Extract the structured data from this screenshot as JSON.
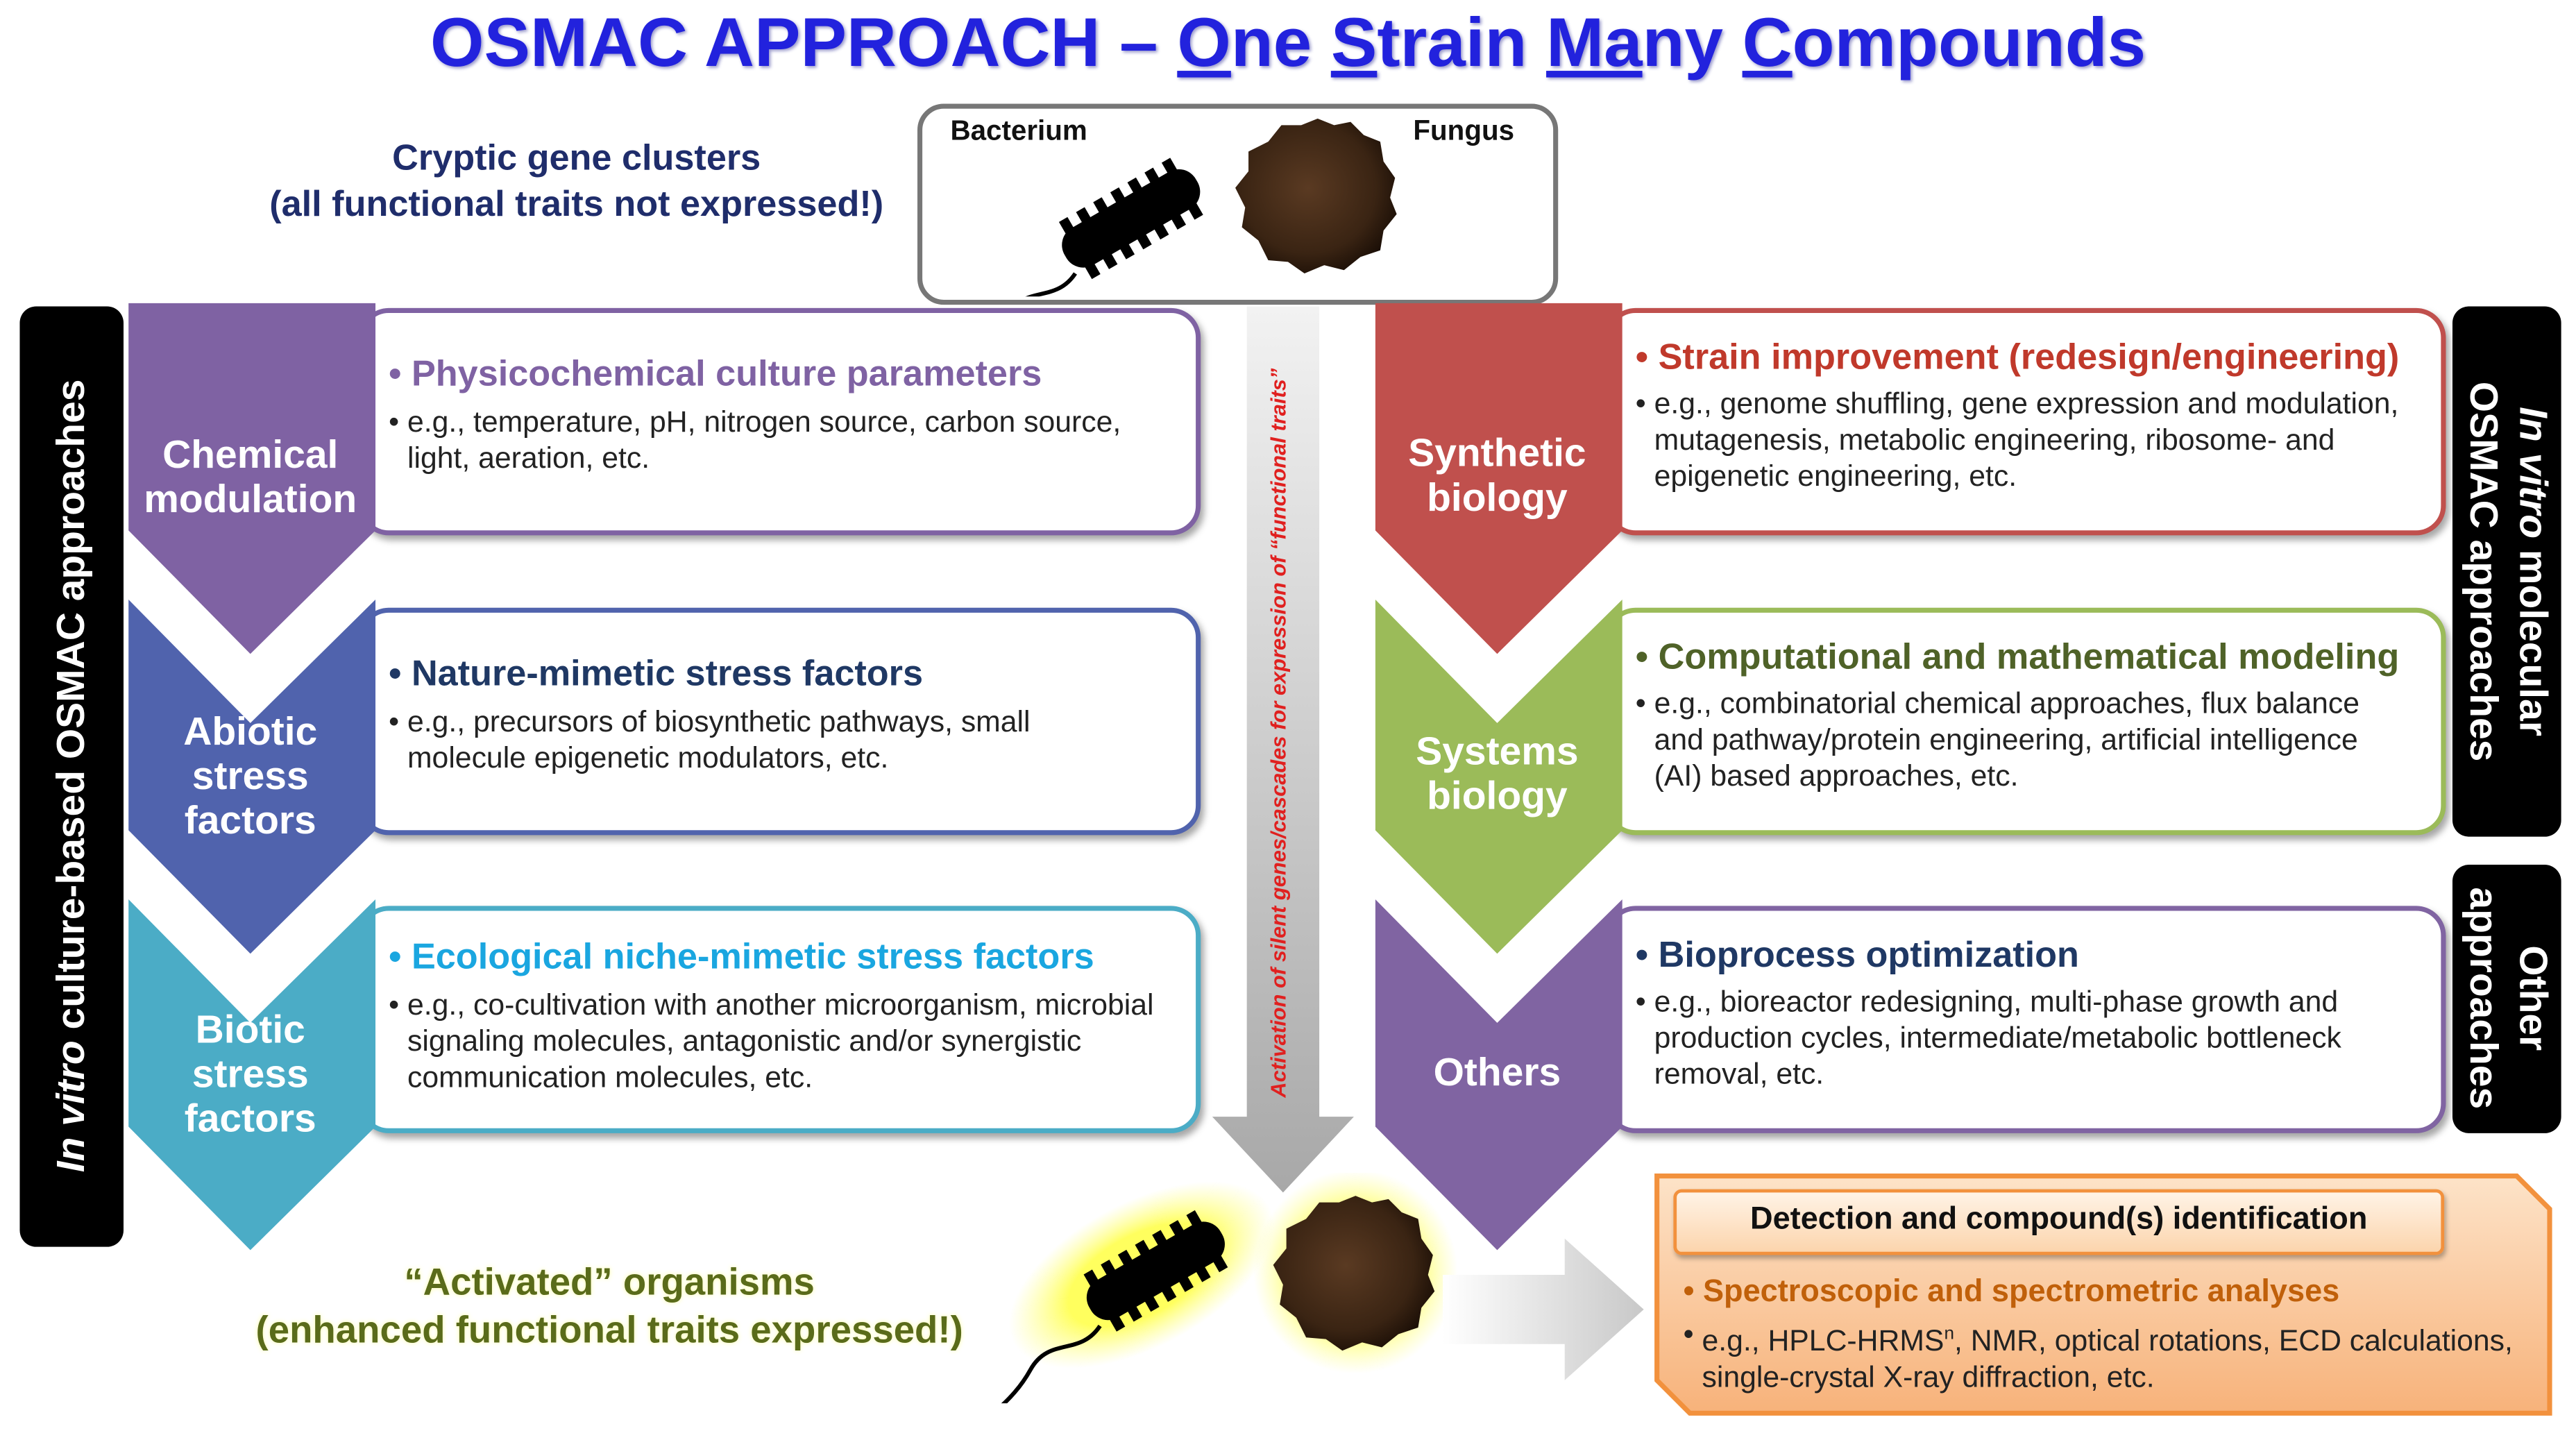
{
  "title": {
    "prefix": "OSMAC APPROACH – ",
    "w1a": "O",
    "w1b": "ne ",
    "w2a": "S",
    "w2b": "train ",
    "w3a": "Ma",
    "w3b": "ny ",
    "w4a": "C",
    "w4b": "ompounds"
  },
  "cryptic": {
    "line1": "Cryptic gene clusters",
    "line2": "(all functional traits not expressed!)"
  },
  "organisms": {
    "bacterium": "Bacterium",
    "fungus": "Fungus"
  },
  "side_left": {
    "italic": "In vitro",
    "rest": " culture-based OSMAC approaches"
  },
  "side_right_top": {
    "italic": "In vitro",
    "line1_rest": " molecular",
    "line2": "OSMAC approaches"
  },
  "side_right_bottom": {
    "line1": "Other",
    "line2": "approaches"
  },
  "arrow_text": "Activation of silent genes/cascades for expression of “functional traits”",
  "left": [
    {
      "label": "Chemical modulation",
      "heading": "Physicochemical culture parameters",
      "body": "e.g., temperature, pH, nitrogen source, carbon source, light, aeration, etc.",
      "color": "#7f62a3"
    },
    {
      "label": "Abiotic stress factors",
      "heading": "Nature-mimetic stress factors",
      "body": "e.g., precursors of biosynthetic pathways, small molecule epigenetic modulators, etc.",
      "color": "#5063ad"
    },
    {
      "label": "Biotic stress factors",
      "heading": "Ecological niche-mimetic stress factors",
      "body": "e.g., co-cultivation with another microorganism, microbial signaling molecules, antagonistic and/or synergistic communication molecules, etc.",
      "color": "#4bacc6"
    }
  ],
  "right": [
    {
      "label": "Synthetic biology",
      "heading": "Strain improvement (redesign/engineering)",
      "body": "e.g., genome shuffling, gene expression and modulation, mutagenesis, metabolic engineering, ribosome- and epigenetic engineering, etc.",
      "color": "#c0504d"
    },
    {
      "label": "Systems biology",
      "heading": "Computational and mathematical modeling",
      "body": "e.g., combinatorial chemical approaches, flux balance and pathway/protein engineering, artificial intelligence (AI) based approaches, etc.",
      "color": "#9bbb59"
    },
    {
      "label": "Others",
      "heading": "Bioprocess optimization",
      "body": "e.g., bioreactor redesigning, multi-phase growth and production cycles, intermediate/metabolic bottleneck removal, etc.",
      "color": "#8064a2"
    }
  ],
  "heading_colors": {
    "left": [
      "#7f62a3",
      "#1f3864",
      "#1aa6e0"
    ],
    "right": [
      "#c0392b",
      "#4f6228",
      "#1f3864"
    ]
  },
  "activated": {
    "line1": "“Activated” organisms",
    "line2": "(enhanced functional traits expressed!)"
  },
  "detection": {
    "title": "Detection and compound(s) identification",
    "heading": "Spectroscopic and spectrometric analyses",
    "body_pre": "e.g., HPLC-HRMS",
    "body_sup": "n",
    "body_post": ", NMR, optical rotations, ECD calculations, single-crystal X-ray diffraction, etc."
  }
}
